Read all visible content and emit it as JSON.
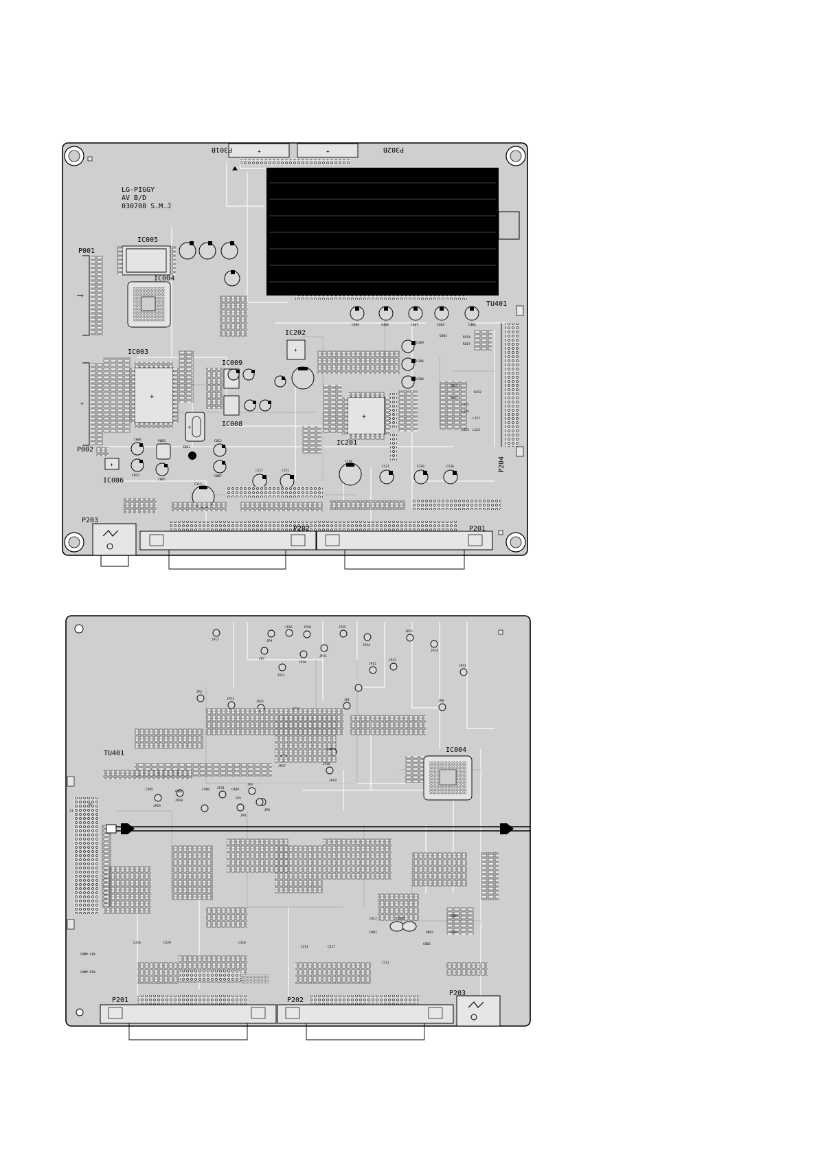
{
  "top_board": {
    "connectors": {
      "p301b": "P301B",
      "p302b": "P302B",
      "p001": "P001",
      "p002": "P002",
      "p203": "P203",
      "p202": "P202",
      "p201": "P201",
      "p204": "P204"
    },
    "silkscreen": [
      "LG-PIGGY",
      "AV B/D",
      "030708 S.M.J"
    ],
    "ics": {
      "ic005": "IC005",
      "ic004": "IC004",
      "ic003": "IC003",
      "ic009": "IC009",
      "ic008": "IC008",
      "ic202": "IC202",
      "ic201": "IC201",
      "ic006": "IC006"
    },
    "tuner": "TU401",
    "parts": {
      "p003": "P003",
      "x001": "X001",
      "c212": "C212",
      "c217": "C217",
      "c251": "C251",
      "c218": "C218",
      "c221": "C221",
      "c220": "C220",
      "c236": "C236",
      "c004": "C004",
      "c012": "C012",
      "c022": "C022",
      "c005": "C005",
      "c007": "C007",
      "c409": "C409",
      "c408": "C408",
      "c407": "C407",
      "c403": "C403",
      "c404": "C404",
      "c209": "C209",
      "c206": "C206",
      "c208": "C208",
      "r254": "R254",
      "r267": "R267",
      "r252": "R252",
      "r235": "R235",
      "l225": "L225",
      "l221": "L221",
      "l223": "L223",
      "l226": "L226",
      "l222": "L222",
      "q401": "Q401",
      "r215": "R215"
    }
  },
  "bottom_board": {
    "connectors": {
      "p201": "P201",
      "p202": "P202",
      "p203": "P203"
    },
    "tuner": "TU401",
    "ics": {
      "ic004": "IC004"
    },
    "jumpers": [
      "JP17",
      "JP9",
      "JP16",
      "JP28",
      "JP25",
      "JP24",
      "JP15",
      "JP14",
      "JP7",
      "JP11",
      "JP10",
      "JP21",
      "JP12",
      "JP13",
      "JP32",
      "JP2",
      "JP22",
      "JP23",
      "JP26",
      "JP1",
      "JP8",
      "JP18",
      "JP19",
      "JP27",
      "JP29",
      "JP30",
      "JP31",
      "JP3",
      "JP4",
      "JP5",
      "JP6",
      "JP20"
    ],
    "labels": {
      "comp_l": "COMP-LIN",
      "comp_r": "COMP-RIN",
      "c405": "C405",
      "c407": "C407",
      "c408": "C408",
      "c409": "C409",
      "c226": "C226",
      "c229": "C229",
      "c210": "C210",
      "c251": "C251",
      "c217": "C217",
      "c212": "C212",
      "c012": "C012",
      "c007": "C007",
      "c004": "C004",
      "c022": "C022",
      "c005": "C005",
      "p003": "P003",
      "ic007": "IC007"
    }
  }
}
